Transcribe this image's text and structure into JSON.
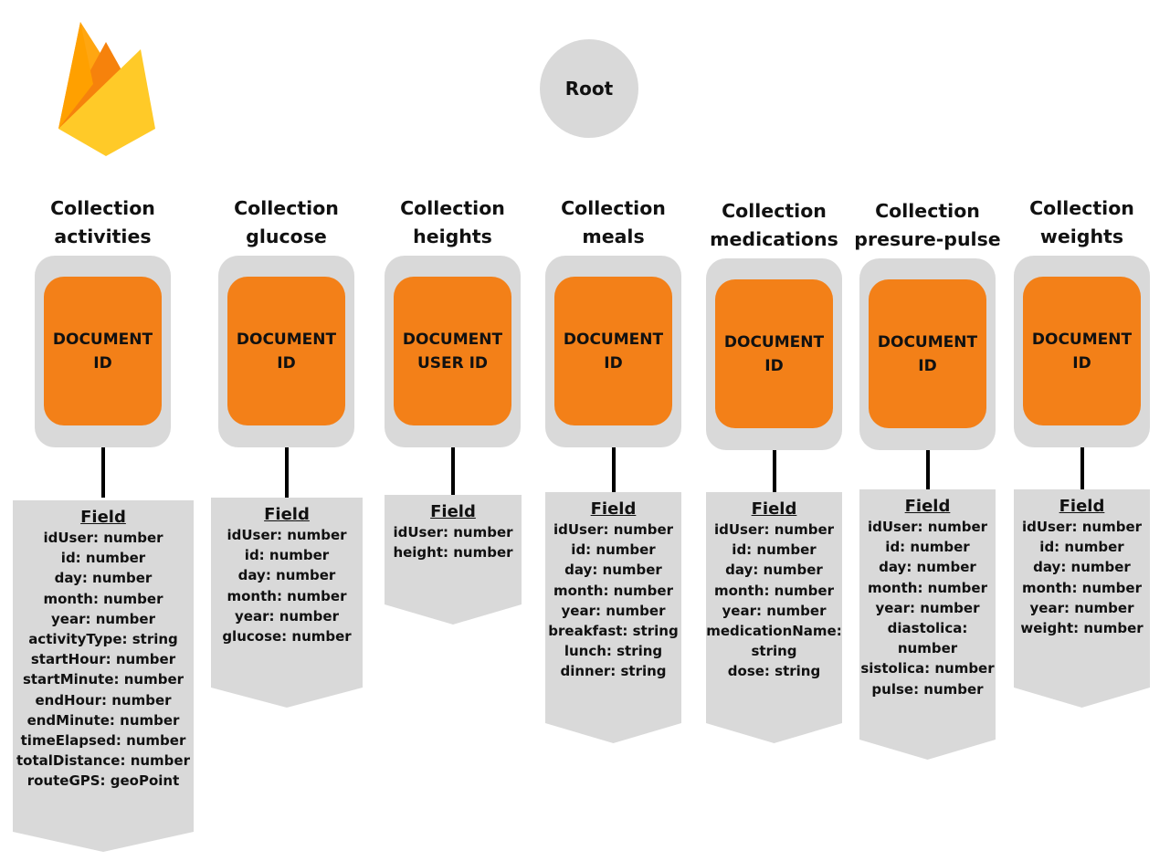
{
  "root": {
    "label": "Root"
  },
  "collections": [
    {
      "title_line1": "Collection",
      "title_line2": "activities",
      "doc_line1": "DOCUMENT",
      "doc_line2": "ID",
      "field_header": "Field",
      "fields": [
        "idUser: number",
        "id: number",
        "day: number",
        "month: number",
        "year: number",
        "activityType: string",
        "startHour: number",
        "startMinute: number",
        "endHour: number",
        "endMinute: number",
        "timeElapsed: number",
        "totalDistance: number",
        "routeGPS: geoPoint"
      ]
    },
    {
      "title_line1": "Collection",
      "title_line2": "glucose",
      "doc_line1": "DOCUMENT",
      "doc_line2": "ID",
      "field_header": "Field",
      "fields": [
        "idUser: number",
        "id: number",
        "day: number",
        "month: number",
        "year: number",
        "glucose: number"
      ]
    },
    {
      "title_line1": "Collection",
      "title_line2": "heights",
      "doc_line1": "DOCUMENT",
      "doc_line2": "USER ID",
      "field_header": "Field",
      "fields": [
        "idUser: number",
        "height: number"
      ]
    },
    {
      "title_line1": "Collection",
      "title_line2": "meals",
      "doc_line1": "DOCUMENT",
      "doc_line2": "ID",
      "field_header": "Field",
      "fields": [
        "idUser: number",
        "id: number",
        "day: number",
        "month: number",
        "year: number",
        "breakfast: string",
        "lunch: string",
        "dinner: string"
      ]
    },
    {
      "title_line1": "Collection",
      "title_line2": "medications",
      "doc_line1": "DOCUMENT",
      "doc_line2": "ID",
      "field_header": "Field",
      "fields": [
        "idUser: number",
        "id: number",
        "day: number",
        "month: number",
        "year: number",
        "medicationName:",
        "string",
        "dose: string"
      ]
    },
    {
      "title_line1": "Collection",
      "title_line2": "presure-pulse",
      "doc_line1": "DOCUMENT",
      "doc_line2": "ID",
      "field_header": "Field",
      "fields": [
        "idUser: number",
        "id: number",
        "day: number",
        "month: number",
        "year: number",
        "diastolica:",
        "number",
        "sistolica: number",
        "pulse: number"
      ]
    },
    {
      "title_line1": "Collection",
      "title_line2": "weights",
      "doc_line1": "DOCUMENT",
      "doc_line2": "ID",
      "field_header": "Field",
      "fields": [
        "idUser: number",
        "id: number",
        "day: number",
        "month: number",
        "year: number",
        "weight: number"
      ]
    }
  ],
  "colors": {
    "node_gray": "#d9d9d9",
    "document_orange": "#f38018",
    "connector": "#000000"
  },
  "icons": {
    "logo": "firebase-logo-icon"
  }
}
